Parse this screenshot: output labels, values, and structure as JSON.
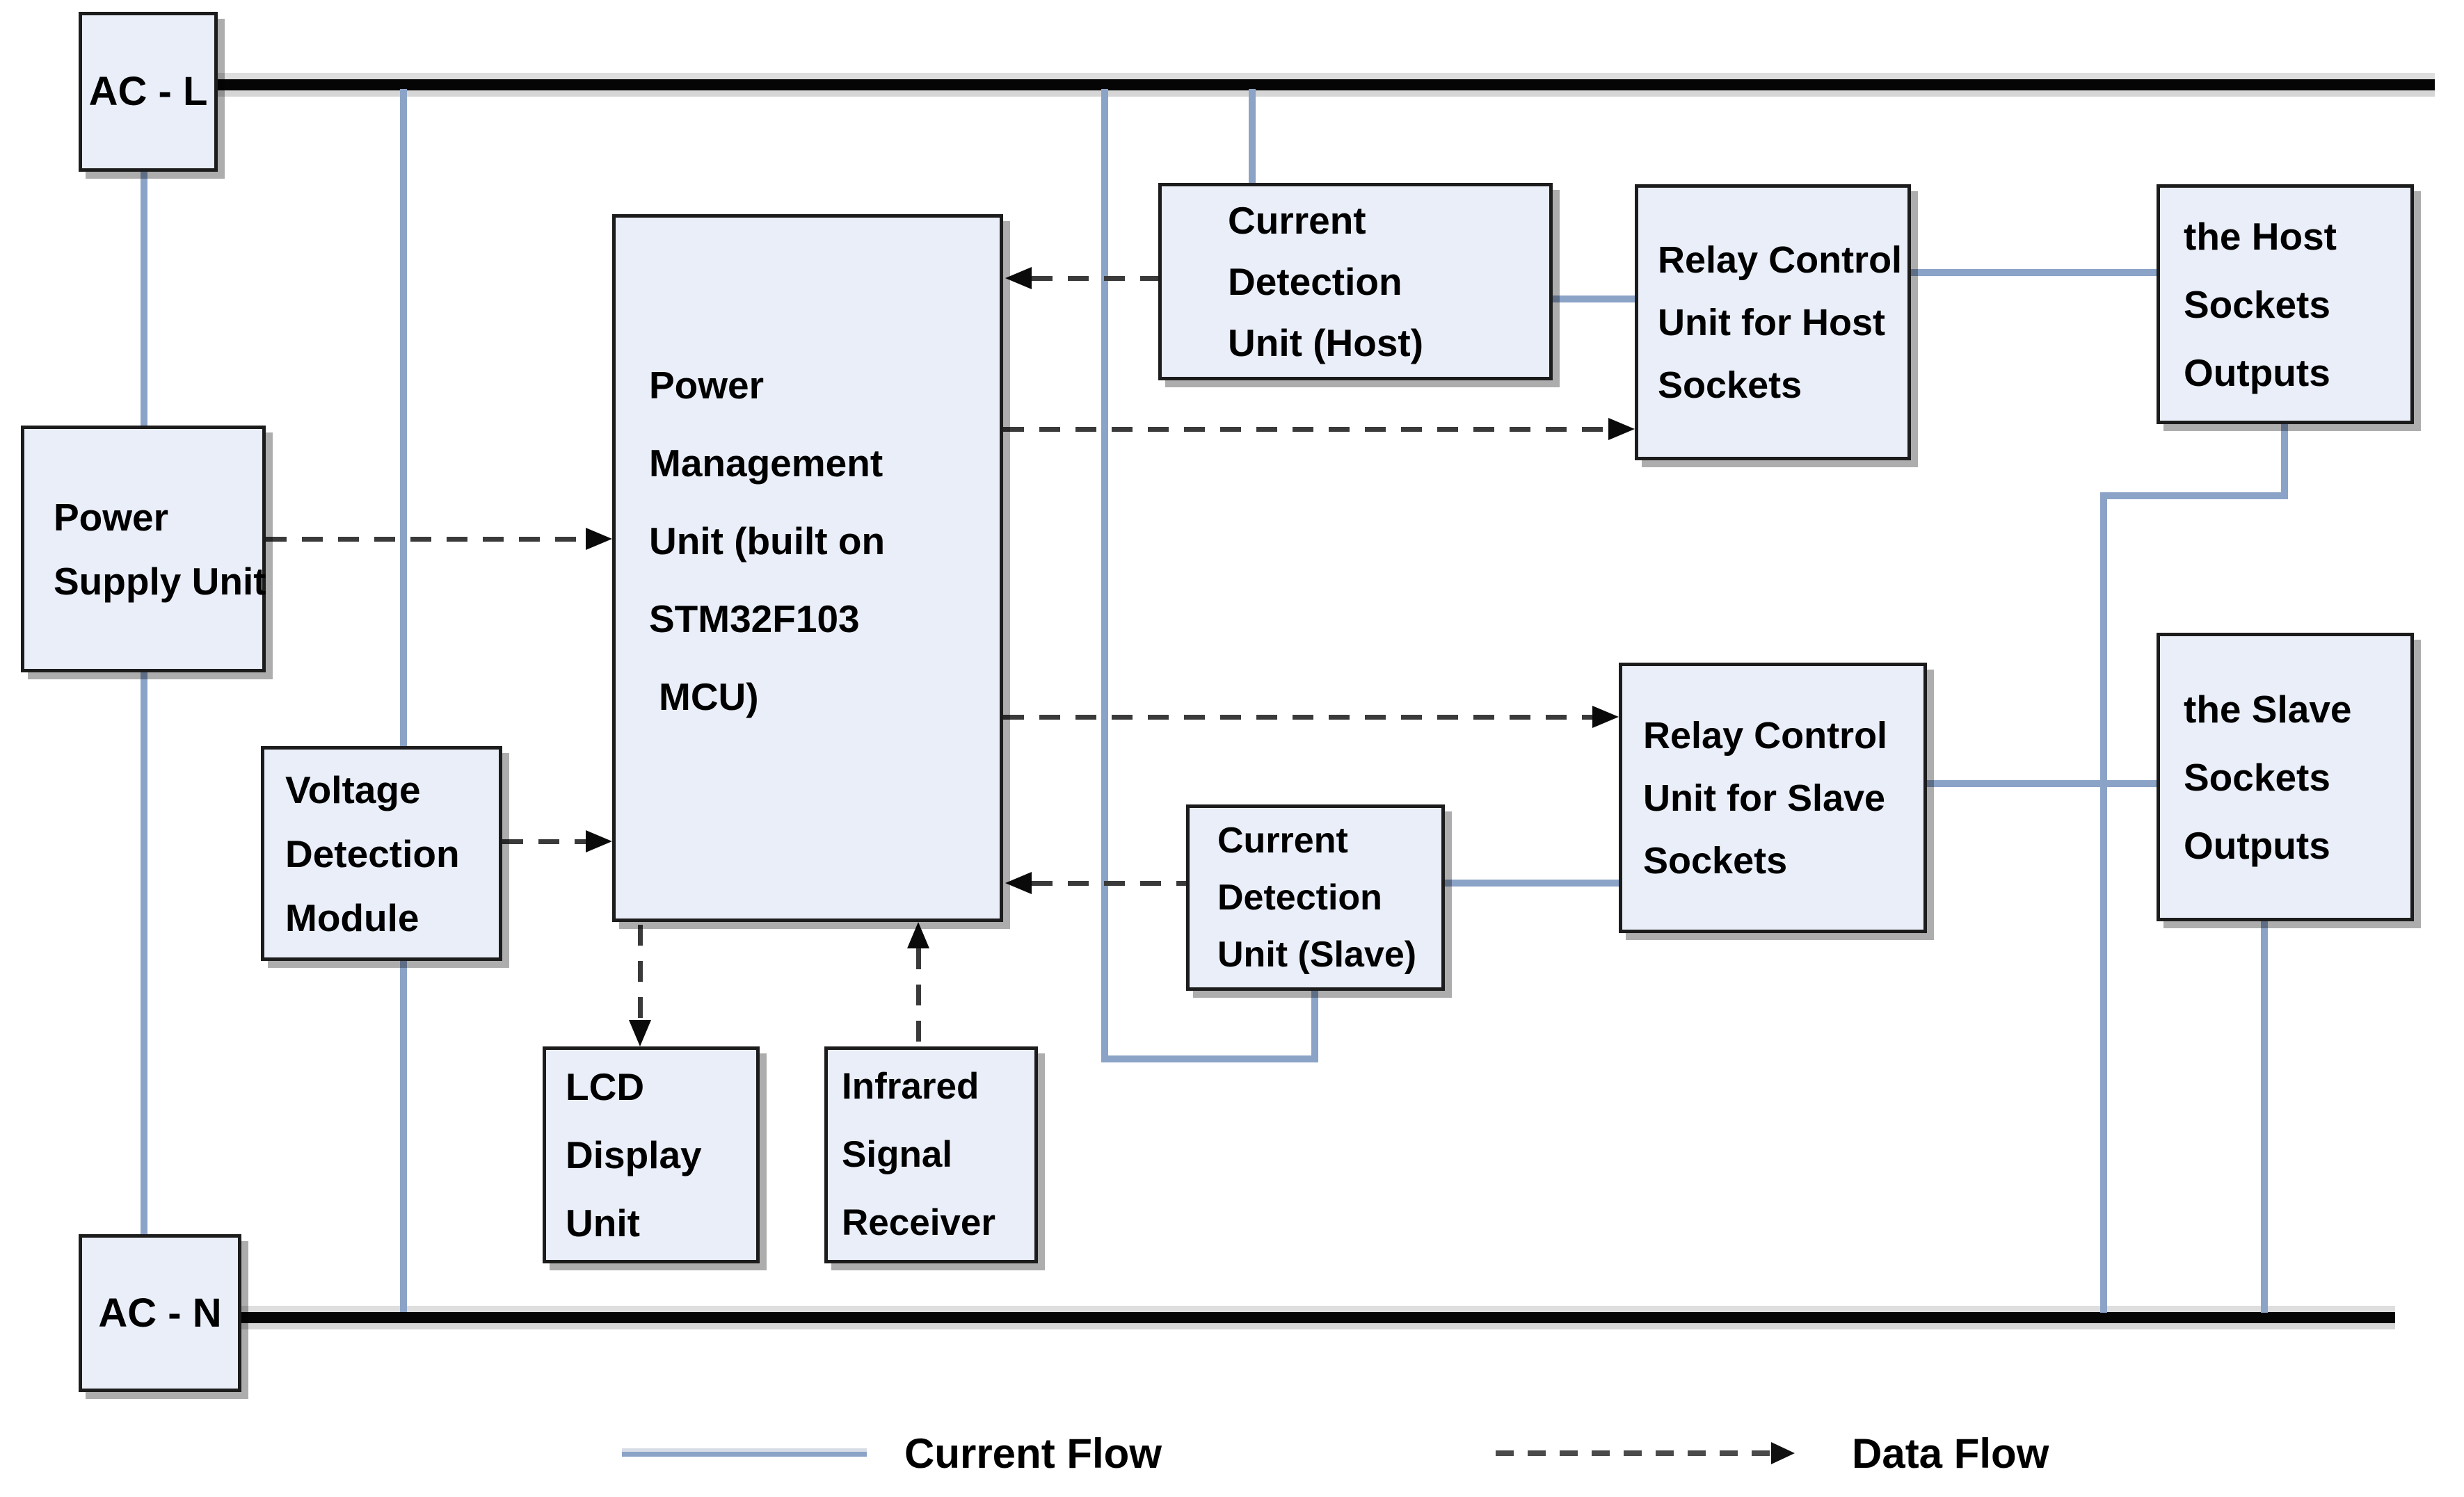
{
  "nodes": {
    "ac_l": {
      "lines": [
        "AC - L"
      ]
    },
    "psu": {
      "lines": [
        "Power",
        "Supply Unit"
      ]
    },
    "vdm": {
      "lines": [
        "Voltage",
        "Detection",
        "Module"
      ]
    },
    "pmu": {
      "lines": [
        "Power",
        "Management",
        "Unit (built on",
        "STM32F103",
        "MCU)"
      ]
    },
    "cdu_host": {
      "lines": [
        "Current",
        "Detection",
        "Unit (Host)"
      ]
    },
    "relay_host": {
      "lines": [
        "Relay Control",
        "Unit for Host",
        "Sockets"
      ]
    },
    "host_sockets": {
      "lines": [
        "the Host",
        "Sockets",
        "Outputs"
      ]
    },
    "relay_slave": {
      "lines": [
        "Relay Control",
        "Unit for Slave",
        "Sockets"
      ]
    },
    "cdu_slave": {
      "lines": [
        "Current",
        "Detection",
        "Unit (Slave)"
      ]
    },
    "slave_sockets": {
      "lines": [
        "the Slave",
        "Sockets",
        "Outputs"
      ]
    },
    "lcd": {
      "lines": [
        "LCD",
        "Display",
        "Unit"
      ]
    },
    "infrared": {
      "lines": [
        "Infrared",
        "Signal",
        "Receiver"
      ]
    },
    "ac_n": {
      "lines": [
        "AC - N"
      ]
    }
  },
  "legend": {
    "current_flow": "Current Flow",
    "data_flow": "Data Flow"
  },
  "colors": {
    "box_fill": "#e9eef8",
    "box_border": "#1c1c1c",
    "current_line": "#8ba3c7",
    "data_line": "#3a3a3a",
    "rail": "#050505",
    "text": "#000000"
  }
}
